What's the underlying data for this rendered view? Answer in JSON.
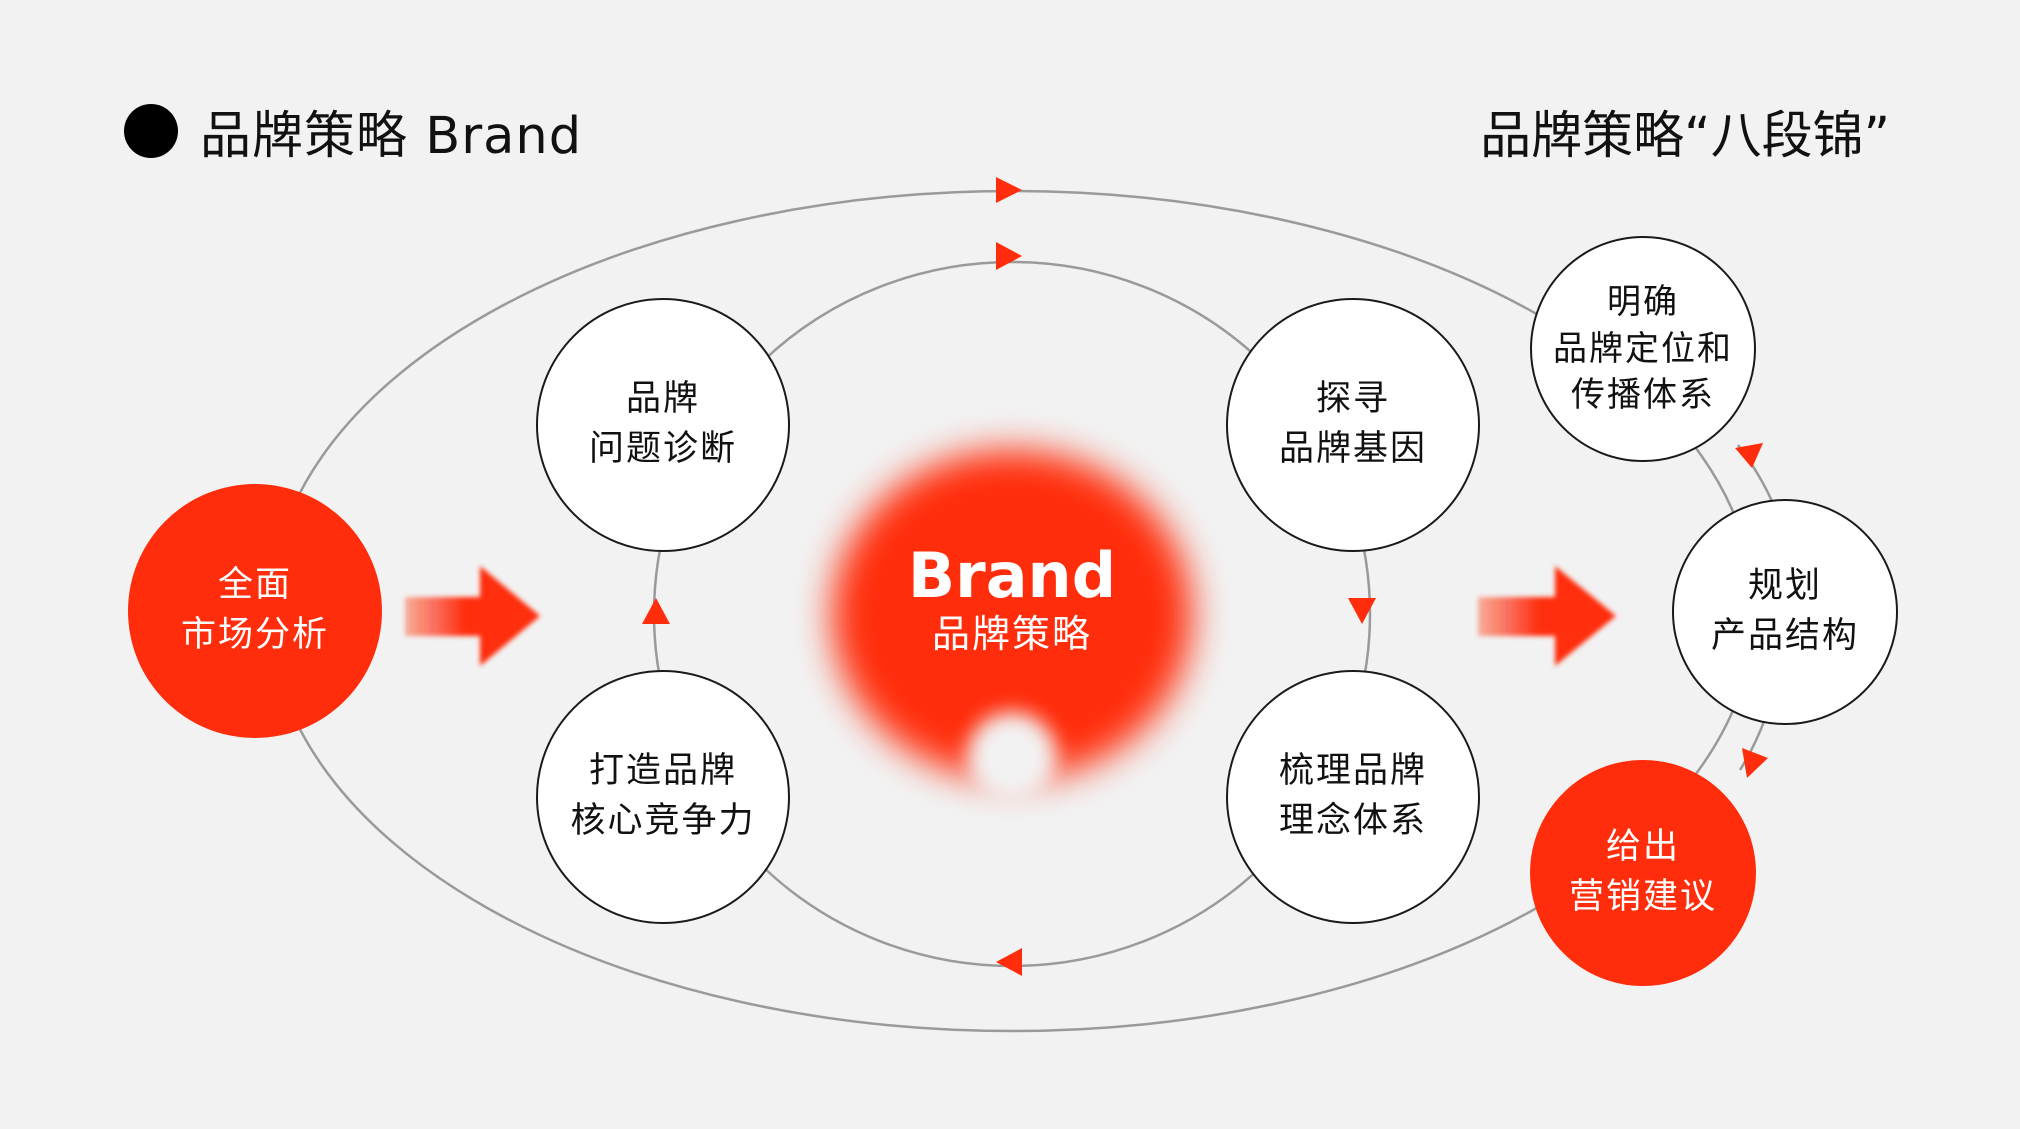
{
  "header": {
    "title": "品牌策略  Brand",
    "subtitle": "品牌策略“八段锦”"
  },
  "center": {
    "title": "Brand",
    "subtitle": "品牌策略"
  },
  "nodes": {
    "market_analysis": [
      "全面",
      "市场分析"
    ],
    "brand_diagnosis": [
      "品牌",
      "问题诊断"
    ],
    "brand_gene": [
      "探寻",
      "品牌基因"
    ],
    "core_competence": [
      "打造品牌",
      "核心竞争力"
    ],
    "brand_concept": [
      "梳理品牌",
      "理念体系"
    ],
    "positioning": [
      "明确",
      "品牌定位和",
      "传播体系"
    ],
    "product_structure": [
      "规划",
      "产品结构"
    ],
    "marketing_advice": [
      "给出",
      "营销建议"
    ]
  },
  "colors": {
    "accent": "#ff2d0b",
    "background": "#f2f2f2",
    "line": "#999999"
  }
}
